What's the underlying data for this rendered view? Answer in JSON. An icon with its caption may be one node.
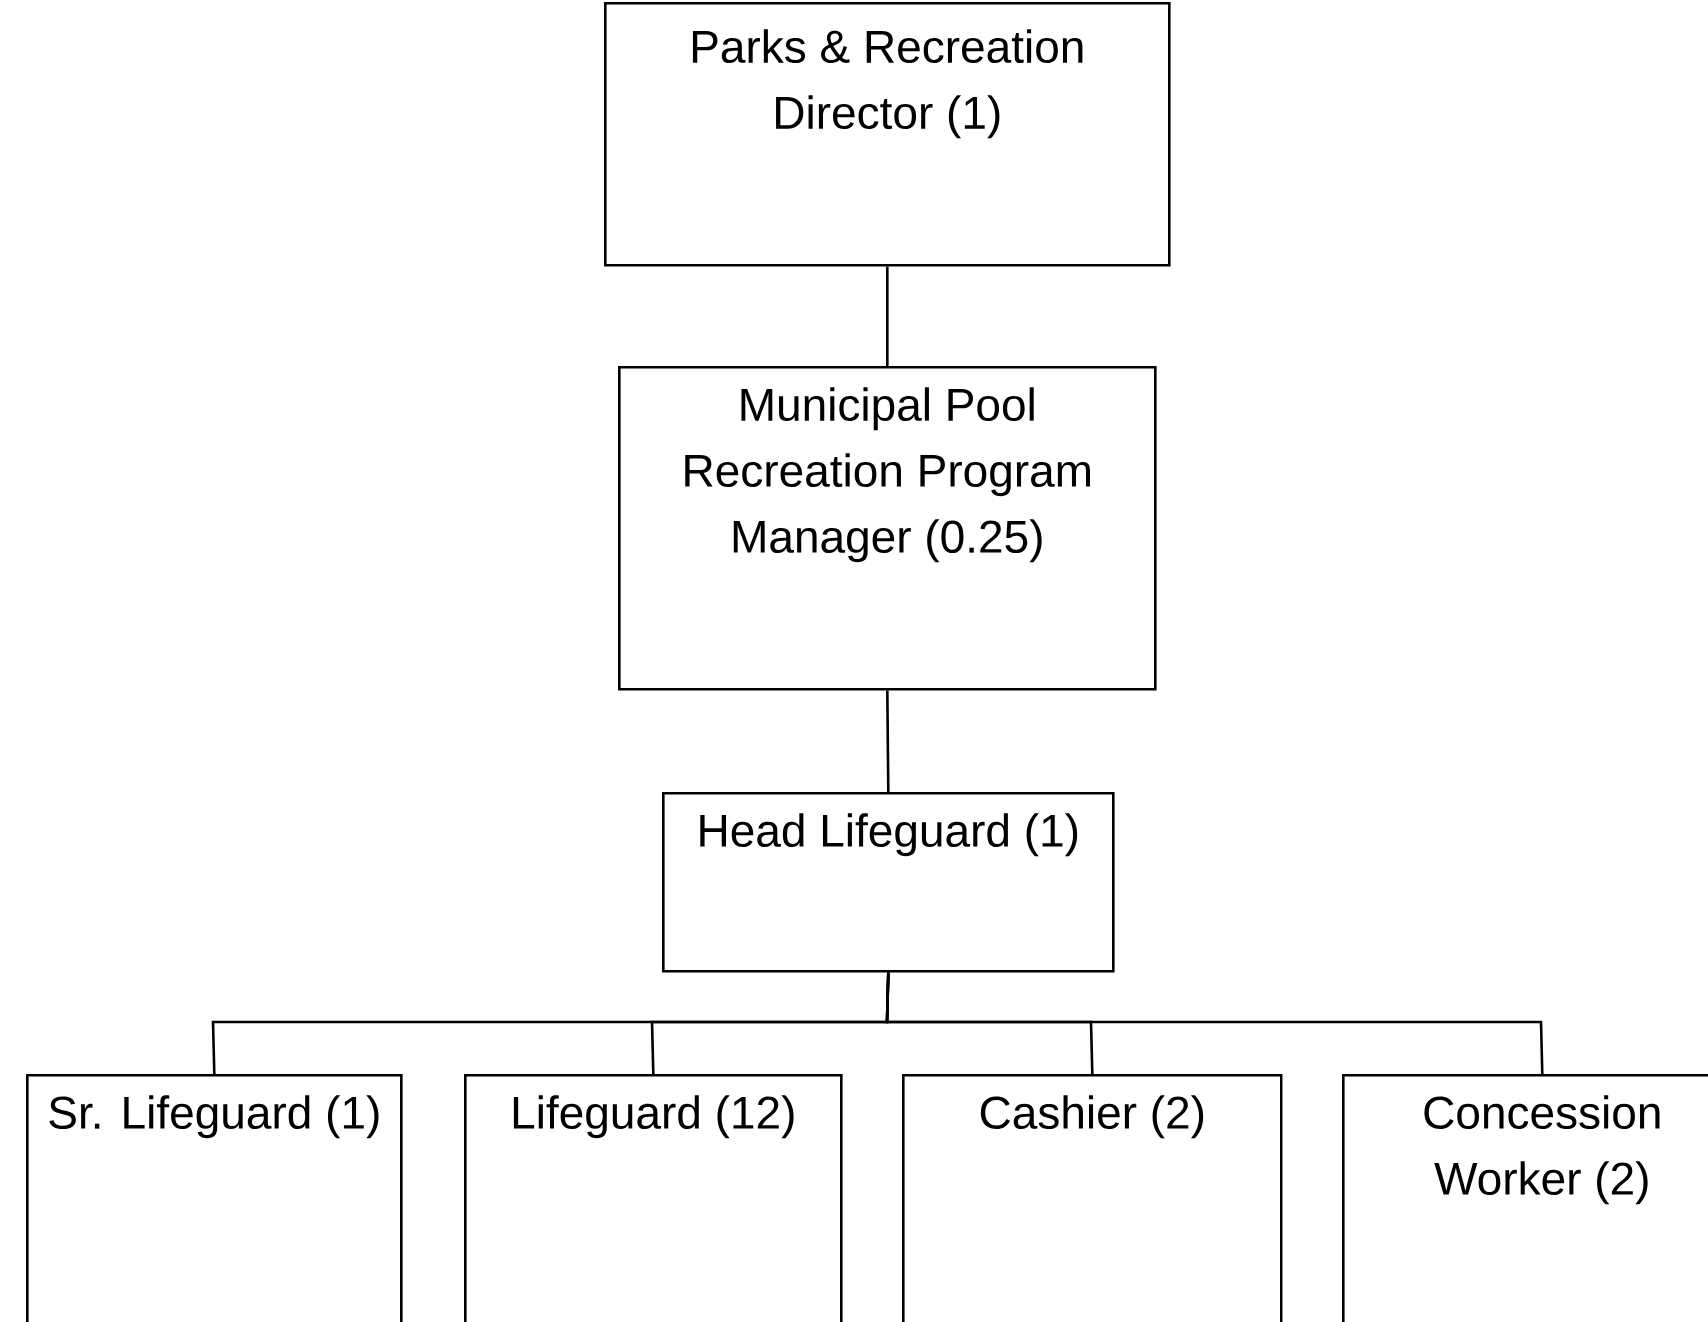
{
  "diagram": {
    "nodes": [
      {
        "text": [
          "Parks & Recreation Director (1)"
        ]
      },
      {
        "text": [
          "Municipal Pool Recreation Program Manager (0.25)"
        ]
      },
      {
        "text": [
          "Head Lifeguard (1)"
        ]
      },
      {
        "text": [
          "Sr. Lifeguard (1)"
        ]
      },
      {
        "text": [
          "Lifeguard (12)"
        ]
      },
      {
        "text": [
          "Cashier (2)"
        ]
      },
      {
        "text": [
          "Concession Worker (2)"
        ]
      }
    ],
    "edges": [
      {
        "from": 0,
        "to": 1,
        "arrow": "none"
      },
      {
        "from": 1,
        "to": 2,
        "arrow": "none"
      },
      {
        "from": 2,
        "to": 3,
        "arrow": "none"
      },
      {
        "from": 2,
        "to": 4,
        "arrow": "none"
      },
      {
        "from": 2,
        "to": 5,
        "arrow": "none"
      },
      {
        "from": 2,
        "to": 6,
        "arrow": "none"
      }
    ]
  }
}
